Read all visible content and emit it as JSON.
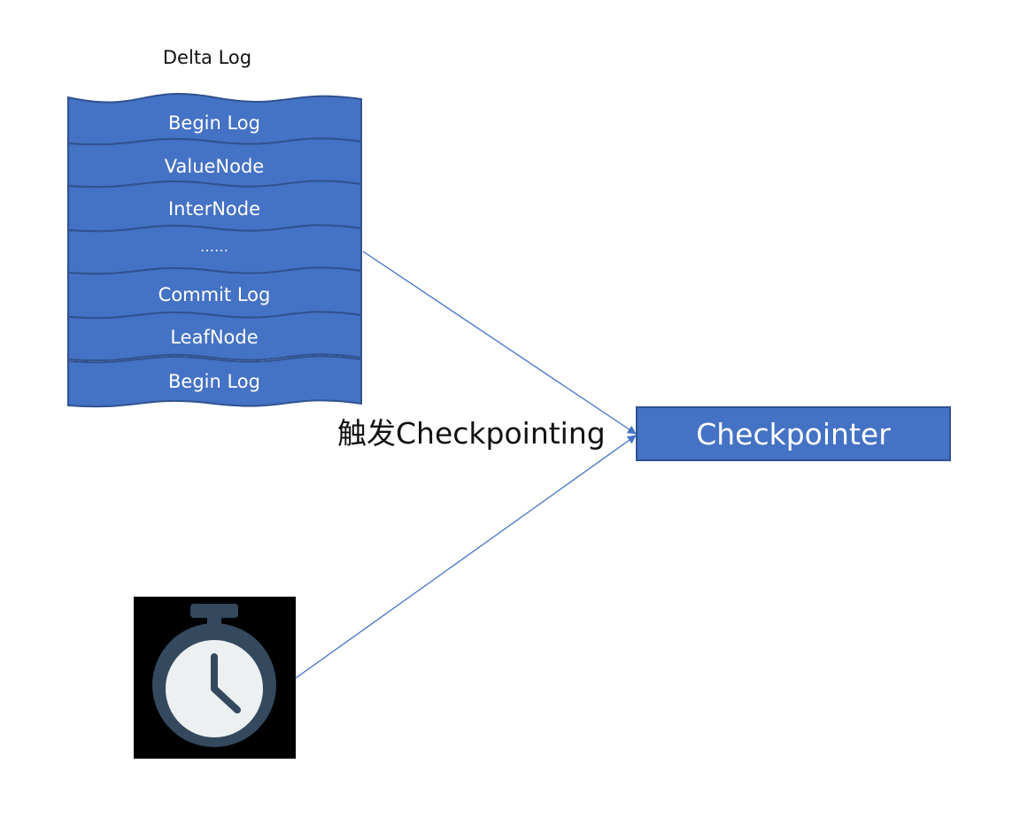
{
  "delta_log": {
    "title": "Delta Log",
    "entries": [
      {
        "label": "Begin Log"
      },
      {
        "label": "ValueNode"
      },
      {
        "label": "InterNode"
      },
      {
        "label": "……"
      },
      {
        "label": "Commit Log"
      },
      {
        "label": "LeafNode"
      },
      {
        "label": "Begin Log"
      }
    ]
  },
  "trigger_label": "触发Checkpointing",
  "checkpointer": {
    "label": "Checkpointer"
  },
  "timer": {
    "icon": "stopwatch-icon"
  },
  "colors": {
    "block_fill": "#4472C4",
    "block_stroke": "#2F528F",
    "arrow": "#4472C4",
    "timer_bg": "#000000",
    "timer_body": "#34495E",
    "timer_face": "#ECF0F1"
  }
}
